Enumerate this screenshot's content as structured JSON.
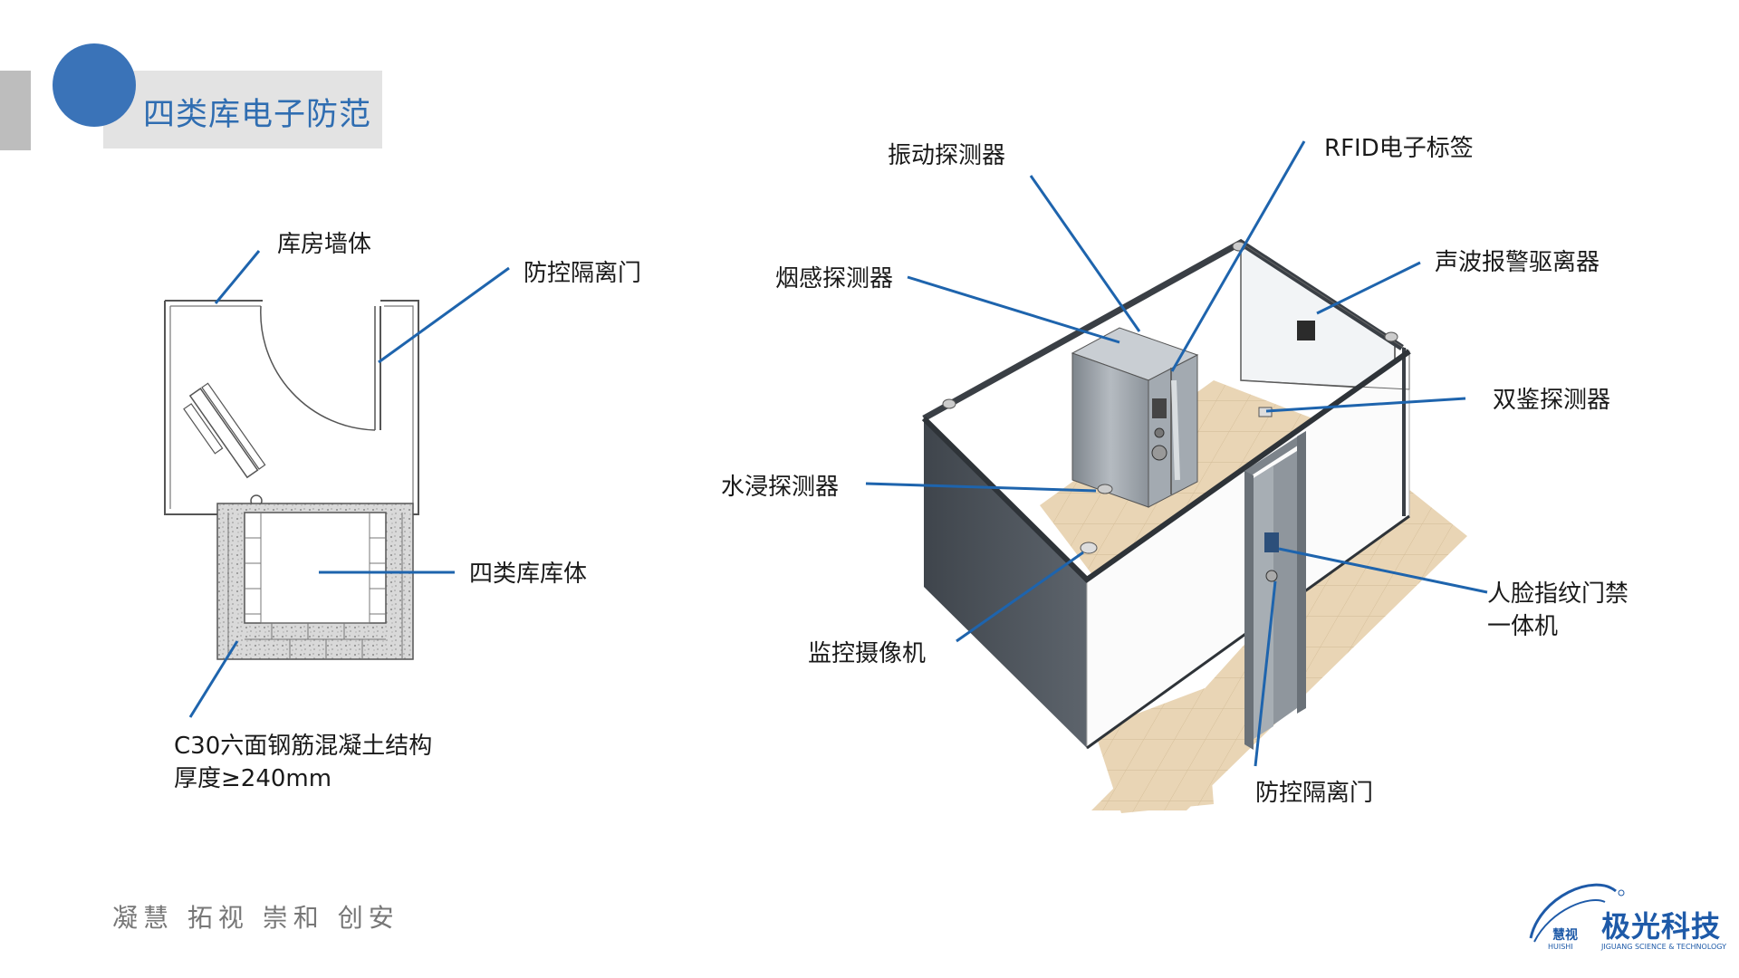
{
  "header": {
    "title": "四类库电子防范"
  },
  "left_diagram": {
    "labels": {
      "wall": "库房墙体",
      "door": "防控隔离门",
      "vault": "四类库库体",
      "structure_line1": "C30六面钢筋混凝土结构",
      "structure_line2": "厚度≥240mm"
    }
  },
  "right_diagram": {
    "labels": {
      "vibration": "振动探测器",
      "rfid": "RFID电子标签",
      "smoke": "烟感探测器",
      "sonic": "声波报警驱离器",
      "dual": "双鉴探测器",
      "water": "水浸探测器",
      "face_line1": "人脸指纹门禁",
      "face_line2": "一体机",
      "camera": "监控摄像机",
      "door": "防控隔离门"
    }
  },
  "footer": {
    "slogan": "凝慧 拓视 崇和 创安",
    "logo_left_cn": "慧视",
    "logo_left_en": "HUISHI",
    "brand_cn": "极光科技",
    "brand_en": "JIGUANG SCIENCE & TECHNOLOGY"
  },
  "colors": {
    "accent": "#3a73b8",
    "leader_line": "#1e64ad",
    "floor": "#e8d3b3",
    "wall_dark": "#4a5058",
    "cabinet": "#9aa1a8"
  }
}
